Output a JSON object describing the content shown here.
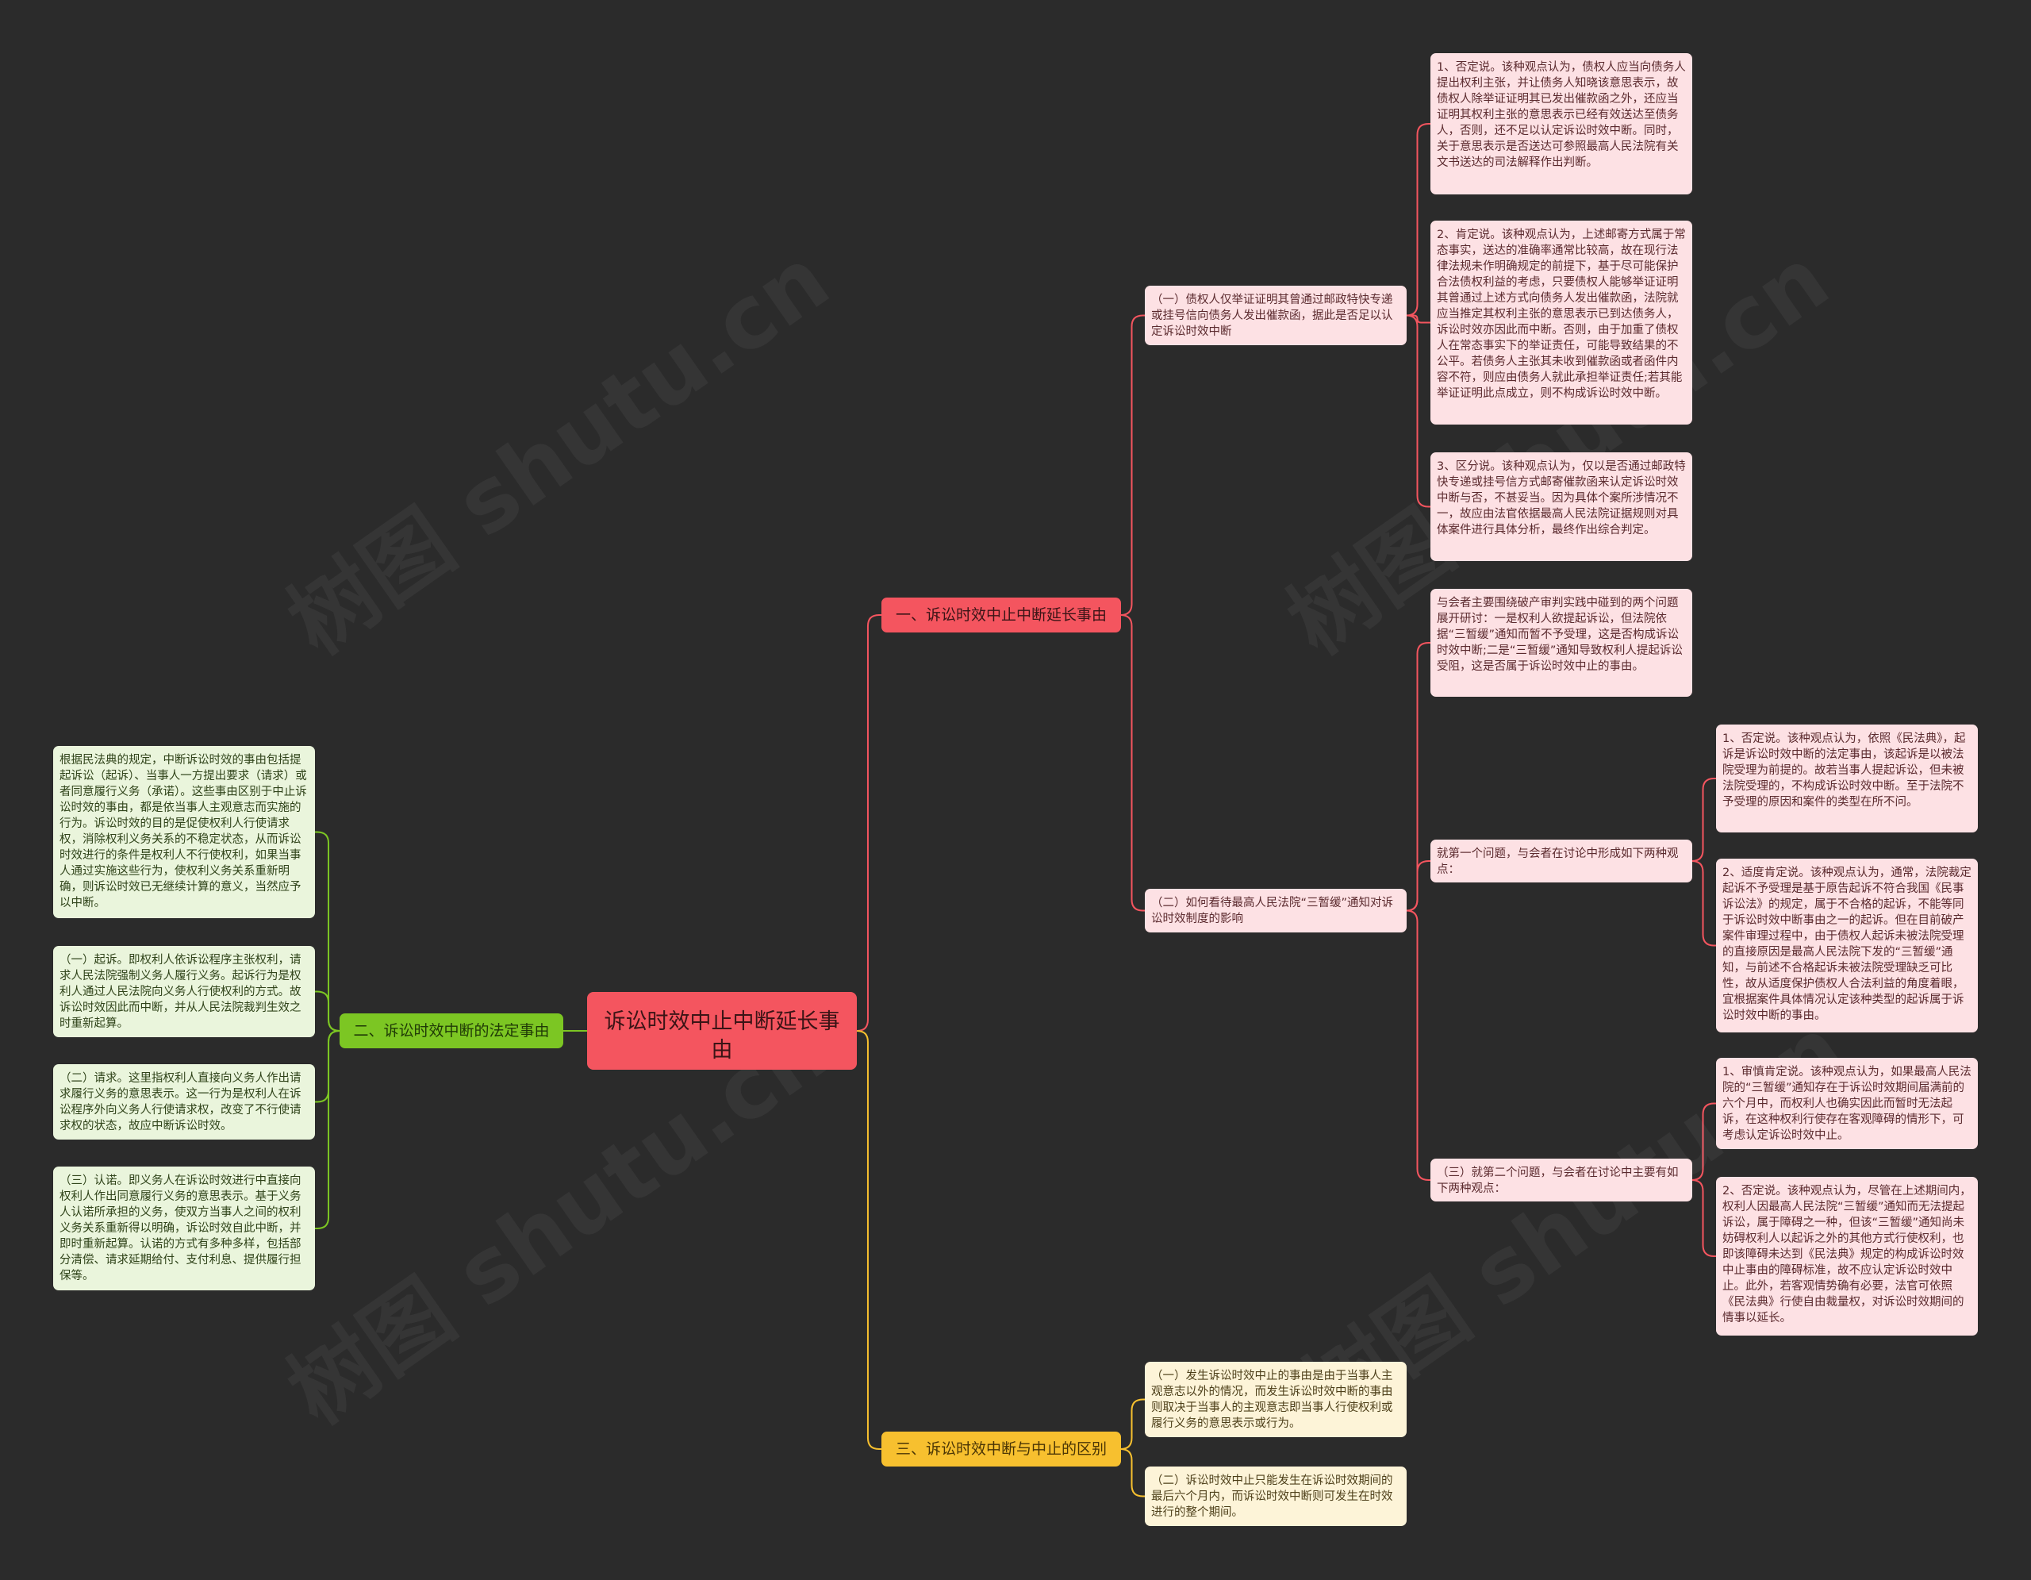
{
  "root": {
    "label": "诉讼时效中止中断延长事由"
  },
  "branches": [
    {
      "label": "一、诉讼时效中止中断延长事由",
      "color": "#f4555f",
      "children": [
        {
          "label": "（一）债权人仅举证证明其曾通过邮政特快专递或挂号信向债务人发出催款函，据此是否足以认定诉讼时效中断",
          "children": [
            {
              "label": "1、否定说。该种观点认为，债权人应当向债务人提出权利主张，并让债务人知晓该意思表示，故债权人除举证证明其已发出催款函之外，还应当证明其权利主张的意思表示已经有效送达至债务人，否则，还不足以认定诉讼时效中断。同时，关于意思表示是否送达可参照最高人民法院有关文书送达的司法解释作出判断。"
            },
            {
              "label": "2、肯定说。该种观点认为，上述邮寄方式属于常态事实，送达的准确率通常比较高，故在现行法律法规未作明确规定的前提下，基于尽可能保护合法债权利益的考虑，只要债权人能够举证证明其曾通过上述方式向债务人发出催款函，法院就应当推定其权利主张的意思表示已到达债务人，诉讼时效亦因此而中断。否则，由于加重了债权人在常态事实下的举证责任，可能导致结果的不公平。若债务人主张其未收到催款函或者函件内容不符，则应由债务人就此承担举证责任;若其能举证证明此点成立，则不构成诉讼时效中断。"
            },
            {
              "label": "3、区分说。该种观点认为，仅以是否通过邮政特快专递或挂号信方式邮寄催款函来认定诉讼时效中断与否，不甚妥当。因为具体个案所涉情况不一，故应由法官依据最高人民法院证据规则对具体案件进行具体分析，最终作出综合判定。"
            }
          ]
        },
        {
          "label": "（二）如何看待最高人民法院“三暂缓”通知对诉讼时效制度的影响",
          "children": [
            {
              "label": "与会者主要围绕破产审判实践中碰到的两个问题展开研讨：一是权利人欲提起诉讼，但法院依据“三暂缓”通知而暂不予受理，这是否构成诉讼时效中断;二是“三暂缓”通知导致权利人提起诉讼受阻，这是否属于诉讼时效中止的事由。"
            },
            {
              "label": "就第一个问题，与会者在讨论中形成如下两种观点：",
              "children": [
                {
                  "label": "1、否定说。该种观点认为，依照《民法典》，起诉是诉讼时效中断的法定事由，该起诉是以被法院受理为前提的。故若当事人提起诉讼，但未被法院受理的，不构成诉讼时效中断。至于法院不予受理的原因和案件的类型在所不问。"
                },
                {
                  "label": "2、适度肯定说。该种观点认为，通常，法院裁定起诉不予受理是基于原告起诉不符合我国《民事诉讼法》的规定，属于不合格的起诉，不能等同于诉讼时效中断事由之一的起诉。但在目前破产案件审理过程中，由于债权人起诉未被法院受理的直接原因是最高人民法院下发的“三暂缓”通知，与前述不合格起诉未被法院受理缺乏可比性，故从适度保护债权人合法利益的角度着眼，宜根据案件具体情况认定该种类型的起诉属于诉讼时效中断的事由。"
                }
              ]
            },
            {
              "label": "（三）就第二个问题，与会者在讨论中主要有如下两种观点：",
              "children": [
                {
                  "label": "1、审慎肯定说。该种观点认为，如果最高人民法院的“三暂缓”通知存在于诉讼时效期间届满前的六个月中，而权利人也确实因此而暂时无法起诉，在这种权利行使存在客观障碍的情形下，可考虑认定诉讼时效中止。"
                },
                {
                  "label": "2、否定说。该种观点认为，尽管在上述期间内，权利人因最高人民法院“三暂缓”通知而无法提起诉讼，属于障碍之一种，但该“三暂缓”通知尚未妨碍权利人以起诉之外的其他方式行使权利，也即该障碍未达到《民法典》规定的构成诉讼时效中止事由的障碍标准，故不应认定诉讼时效中止。此外，若客观情势确有必要，法官可依照《民法典》行使自由裁量权，对诉讼时效期间的情事以延长。"
                }
              ]
            }
          ]
        }
      ]
    },
    {
      "label": "二、诉讼时效中断的法定事由",
      "color": "#7cc623",
      "children": [
        {
          "label": "根据民法典的规定，中断诉讼时效的事由包括提起诉讼（起诉）、当事人一方提出要求（请求）或者同意履行义务（承诺）。这些事由区别于中止诉讼时效的事由，都是依当事人主观意志而实施的行为。诉讼时效的目的是促使权利人行使请求权，消除权利义务关系的不稳定状态，从而诉讼时效进行的条件是权利人不行使权利，如果当事人通过实施这些行为，使权利义务关系重新明确，则诉讼时效已无继续计算的意义，当然应予以中断。"
        },
        {
          "label": "（一）起诉。即权利人依诉讼程序主张权利，请求人民法院强制义务人履行义务。起诉行为是权利人通过人民法院向义务人行使权利的方式。故诉讼时效因此而中断，并从人民法院裁判生效之时重新起算。"
        },
        {
          "label": "（二）请求。这里指权利人直接向义务人作出请求履行义务的意思表示。这一行为是权利人在诉讼程序外向义务人行使请求权，改变了不行使请求权的状态，故应中断诉讼时效。"
        },
        {
          "label": "（三）认诺。即义务人在诉讼时效进行中直接向权利人作出同意履行义务的意思表示。基于义务人认诺所承担的义务，使双方当事人之间的权利义务关系重新得以明确，诉讼时效自此中断，并即时重新起算。认诺的方式有多种多样，包括部分清偿、请求延期给付、支付利息、提供履行担保等。"
        }
      ]
    },
    {
      "label": "三、诉讼时效中断与中止的区别",
      "color": "#f7c02f",
      "children": [
        {
          "label": "（一）发生诉讼时效中止的事由是由于当事人主观意志以外的情况，而发生诉讼时效中断的事由则取决于当事人的主观意志即当事人行使权利或履行义务的意思表示或行为。"
        },
        {
          "label": "（二）诉讼时效中止只能发生在诉讼时效期间的最后六个月内，而诉讼时效中断则可发生在时效进行的整个期间。"
        }
      ]
    }
  ],
  "watermark": "树图 shutu.cn"
}
